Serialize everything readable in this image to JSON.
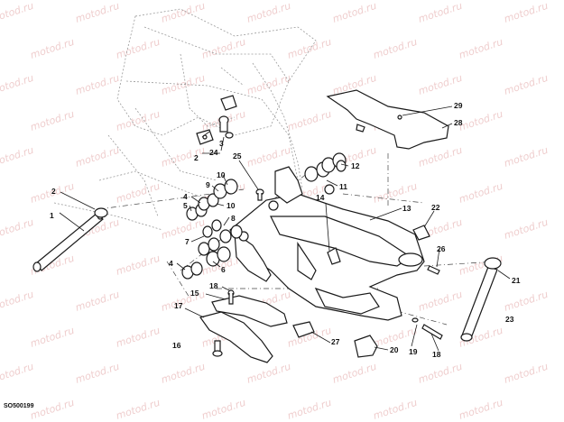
{
  "code": "SO500199",
  "watermark": "motod.ru",
  "callouts": [
    {
      "id": "1",
      "text": "1"
    },
    {
      "id": "2a",
      "text": "2"
    },
    {
      "id": "2b",
      "text": "2"
    },
    {
      "id": "3",
      "text": "3"
    },
    {
      "id": "4a",
      "text": "4"
    },
    {
      "id": "4b",
      "text": "4"
    },
    {
      "id": "5",
      "text": "5"
    },
    {
      "id": "6",
      "text": "6"
    },
    {
      "id": "7",
      "text": "7"
    },
    {
      "id": "8",
      "text": "8"
    },
    {
      "id": "9",
      "text": "9"
    },
    {
      "id": "10a",
      "text": "10"
    },
    {
      "id": "10b",
      "text": "10"
    },
    {
      "id": "11",
      "text": "11"
    },
    {
      "id": "12",
      "text": "12"
    },
    {
      "id": "13",
      "text": "13"
    },
    {
      "id": "14",
      "text": "14"
    },
    {
      "id": "15",
      "text": "15"
    },
    {
      "id": "16",
      "text": "16"
    },
    {
      "id": "17",
      "text": "17"
    },
    {
      "id": "18a",
      "text": "18"
    },
    {
      "id": "18b",
      "text": "18"
    },
    {
      "id": "19",
      "text": "19"
    },
    {
      "id": "20",
      "text": "20"
    },
    {
      "id": "21",
      "text": "21"
    },
    {
      "id": "22",
      "text": "22"
    },
    {
      "id": "23",
      "text": "23"
    },
    {
      "id": "24",
      "text": "24"
    },
    {
      "id": "25",
      "text": "25"
    },
    {
      "id": "26",
      "text": "26"
    },
    {
      "id": "27",
      "text": "27"
    },
    {
      "id": "28",
      "text": "28"
    },
    {
      "id": "29",
      "text": "29"
    }
  ]
}
